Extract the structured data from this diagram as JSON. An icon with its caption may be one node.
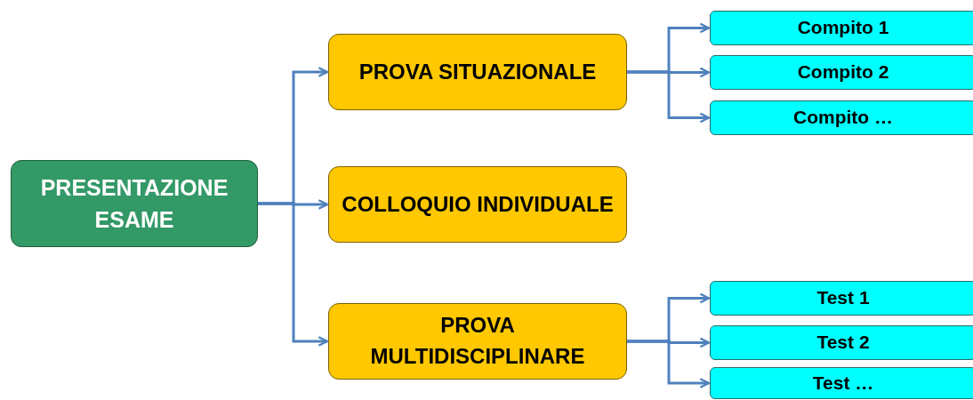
{
  "diagram": {
    "nodes": [
      {
        "text": [
          "PRESENTAZIONE ESAME"
        ]
      },
      {
        "text": [
          "PROVA SITUAZIONALE"
        ]
      },
      {
        "text": [
          "Compito 1"
        ]
      },
      {
        "text": [
          "Compito 2"
        ]
      },
      {
        "text": [
          "Compito …"
        ]
      },
      {
        "text": [
          "COLLOQUIO INDIVIDUALE"
        ]
      },
      {
        "text": [
          "PROVA MULTIDISCIPLINARE"
        ]
      },
      {
        "text": [
          "Test 1"
        ]
      },
      {
        "text": [
          "Test 2"
        ]
      },
      {
        "text": [
          "Test …"
        ]
      }
    ],
    "edges": [
      {
        "from": 0,
        "to": 1,
        "arrow": "to"
      },
      {
        "from": 0,
        "to": 5,
        "arrow": "to"
      },
      {
        "from": 0,
        "to": 6,
        "arrow": "to"
      },
      {
        "from": 1,
        "to": 2,
        "arrow": "to"
      },
      {
        "from": 1,
        "to": 3,
        "arrow": "to"
      },
      {
        "from": 1,
        "to": 4,
        "arrow": "to"
      },
      {
        "from": 6,
        "to": 7,
        "arrow": "to"
      },
      {
        "from": 6,
        "to": 8,
        "arrow": "to"
      },
      {
        "from": 6,
        "to": 9,
        "arrow": "to"
      }
    ]
  }
}
